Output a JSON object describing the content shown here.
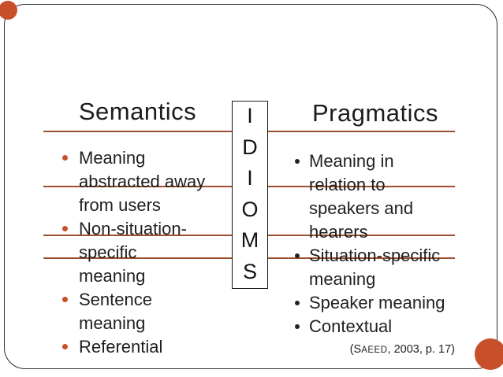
{
  "slide": {
    "left_heading": "Semantics",
    "right_heading": "Pragmatics",
    "idioms": {
      "letters": [
        "I",
        "D",
        "I",
        "O",
        "M",
        "S"
      ]
    },
    "left_items": [
      {
        "text": "Meaning\nabstracted away\nfrom users"
      },
      {
        "text": "Non-situation-\nspecific\nmeaning"
      },
      {
        "text": "Sentence\nmeaning"
      },
      {
        "text": "Referential"
      }
    ],
    "right_items": [
      {
        "text": "Meaning in\nrelation to\nspeakers and\nhearers"
      },
      {
        "text": "Situation-specific\nmeaning"
      },
      {
        "text": "Speaker meaning"
      },
      {
        "text": "Contextual"
      }
    ],
    "citation": {
      "part1": "(S",
      "part2": "AEED",
      "part3": ", 2003, p. 17)"
    },
    "colors": {
      "accent": "#c7502b",
      "separator": "#9c4f2d",
      "text": "#1f1f1f"
    }
  }
}
